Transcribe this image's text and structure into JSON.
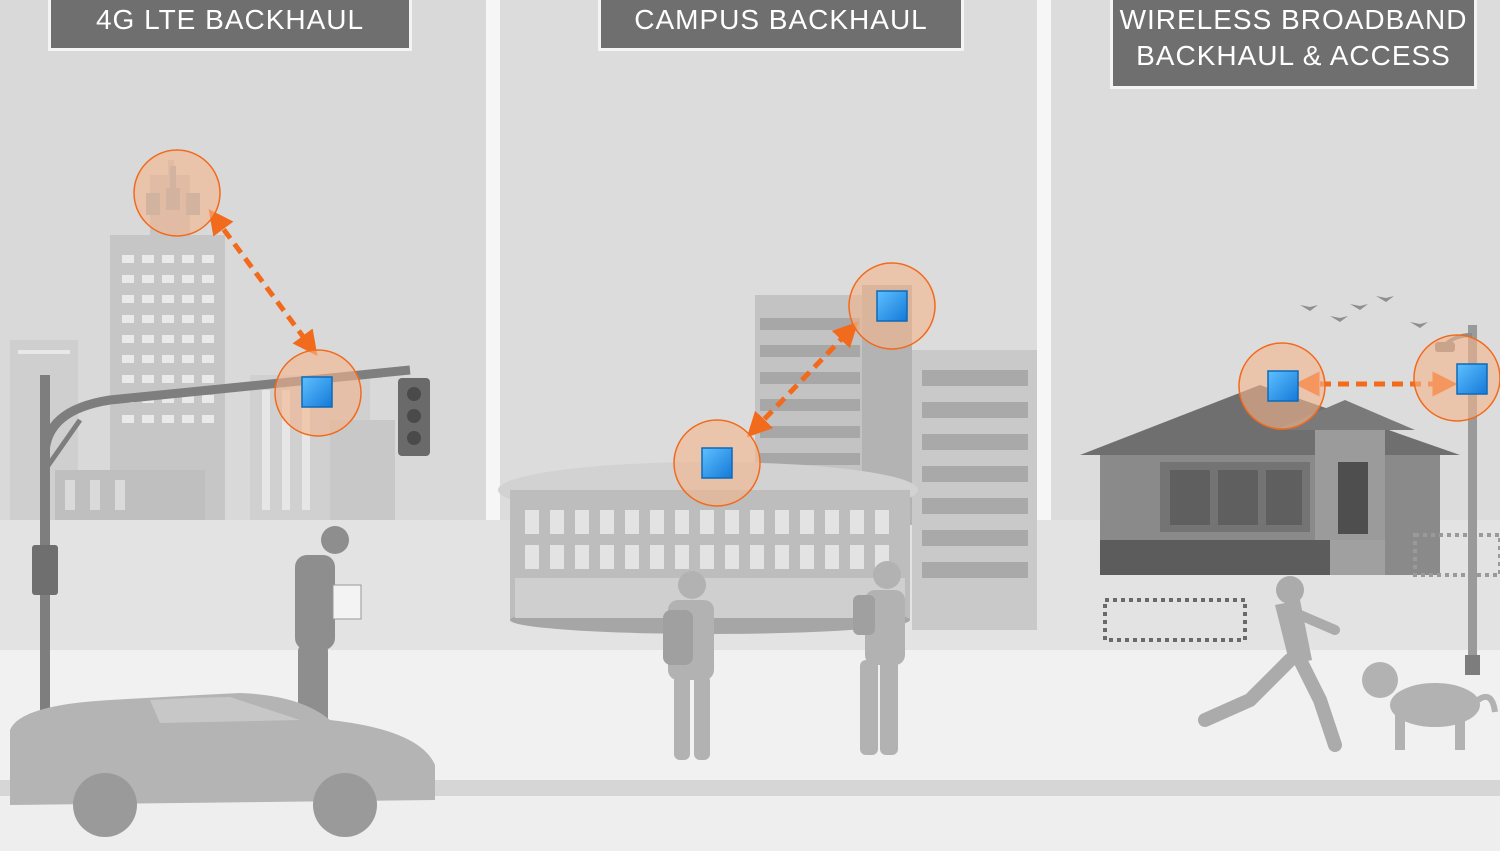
{
  "panels": [
    {
      "title_lines": [
        "4G LTE BACKHAUL"
      ]
    },
    {
      "title_lines": [
        "CAMPUS BACKHAUL"
      ]
    },
    {
      "title_lines": [
        "WIRELESS BROADBAND",
        "BACKHAUL & ACCESS"
      ]
    }
  ],
  "colors": {
    "background": "#e6e6e7",
    "sky": "#d9d9da",
    "sidewalk": "#f1f1f1",
    "building": "#c9c9ca",
    "building_dark": "#a9a9aa",
    "silhouette": "#8e8e8f",
    "title_bg": "#6f6f70",
    "title_text": "#ffffff",
    "link_arrow": "#f26a1b",
    "node_fill": "#2196f3",
    "halo": "#f5b48c"
  },
  "icons": [
    "radio-node-icon",
    "bidirectional-arrow-icon",
    "traffic-light-icon",
    "street-lamp-icon",
    "car-icon",
    "person-icon",
    "dog-icon",
    "bird-icon"
  ]
}
